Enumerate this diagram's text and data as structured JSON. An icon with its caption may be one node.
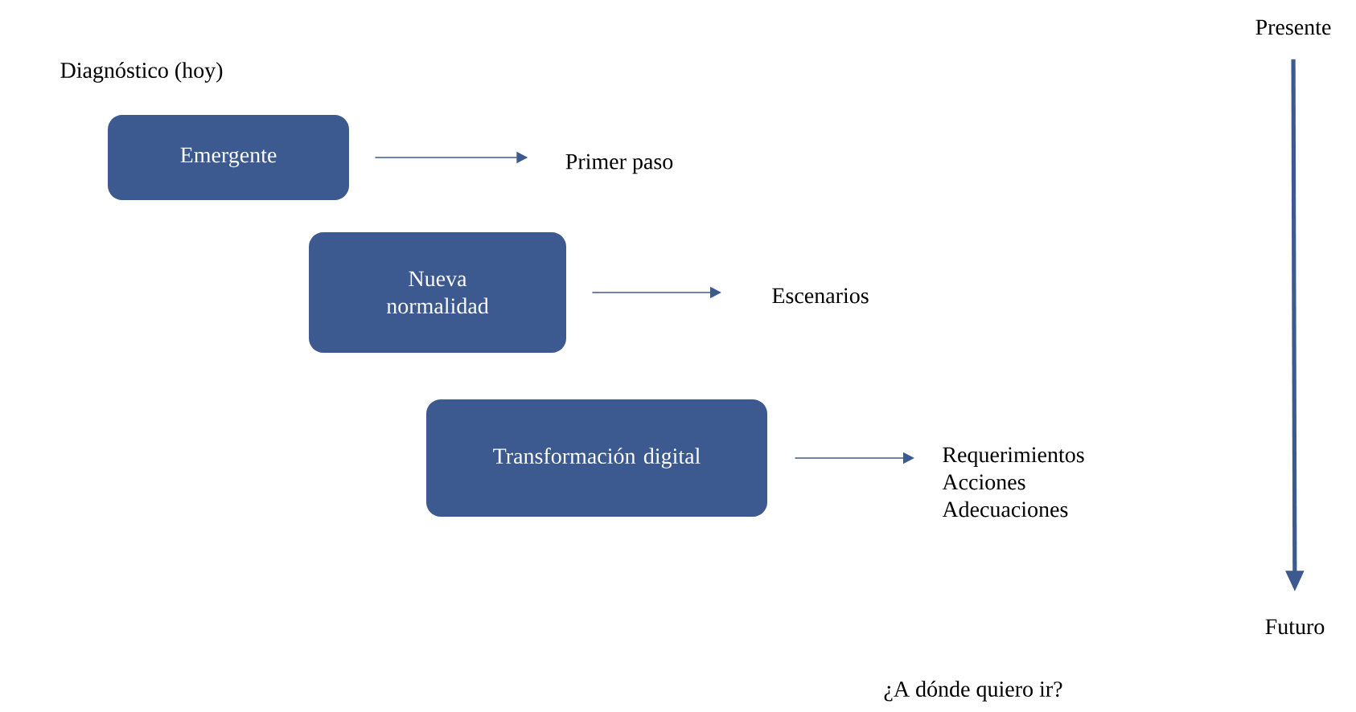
{
  "diagram": {
    "nodes": [
      {
        "text": [
          "Emergente"
        ]
      },
      {
        "text": [
          "Primer paso"
        ]
      },
      {
        "text": [
          "Nueva normalidad"
        ]
      },
      {
        "text": [
          "Escenarios"
        ]
      },
      {
        "text": [
          "Transformación digital"
        ]
      },
      {
        "text": [
          "Requerimientos",
          "Acciones",
          "Adecuaciones"
        ]
      },
      {
        "text": [
          "Presente"
        ]
      },
      {
        "text": [
          "Futuro"
        ]
      }
    ],
    "edges": [
      {
        "from": 0,
        "to": 1,
        "arrow": "to"
      },
      {
        "from": 2,
        "to": 3,
        "arrow": "to"
      },
      {
        "from": 4,
        "to": 5,
        "arrow": "to"
      },
      {
        "from": 6,
        "to": 7,
        "arrow": "to",
        "style": "thick"
      }
    ],
    "labels": [
      "Diagnóstico (hoy)",
      "¿A dónde quiero ir?"
    ]
  }
}
